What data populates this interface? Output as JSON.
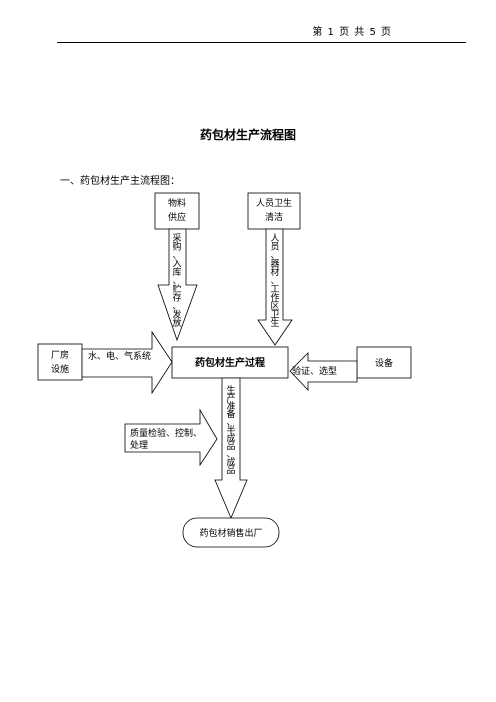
{
  "page_number": "第 1 页 共 5 页",
  "title": "药包材生产流程图",
  "section_heading": "一、药包材生产主流程图：",
  "flowchart": {
    "materials_box": [
      "物料",
      "供应"
    ],
    "materials_arrow_text": [
      "采",
      "购",
      "、",
      "入",
      "库",
      "、",
      "贮",
      "存",
      "、",
      "发",
      "放"
    ],
    "personnel_box": [
      "人员卫生",
      "清洁"
    ],
    "personnel_arrow_text": [
      "人",
      "员",
      "、",
      "器",
      "材",
      "、",
      "工",
      "作",
      "区",
      "卫",
      "生"
    ],
    "plant_box": [
      "厂房",
      "设施"
    ],
    "plant_arrow_text": "水、电、气系统",
    "process_box": "药包材生产过程",
    "equipment_box": "设备",
    "equipment_arrow_text": "验证、选型",
    "qc_arrow_text": [
      "质量检验、控制、",
      "处理"
    ],
    "output_arrow_text": [
      "生",
      "产",
      "准",
      "备",
      "、",
      "半",
      "成",
      "品",
      "、",
      "成",
      "品"
    ],
    "final_box": "药包材销售出厂"
  }
}
